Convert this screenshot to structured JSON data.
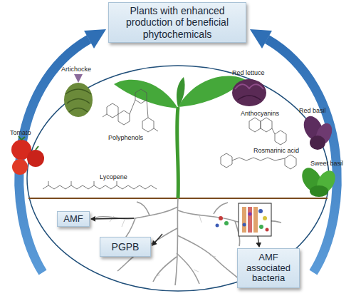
{
  "diagram": {
    "nodes": [
      {
        "text": [
          "Plants with enhanced production of beneficial phytochemicals"
        ]
      },
      {
        "text": [
          "AMF"
        ]
      },
      {
        "text": [
          "PGPB"
        ]
      },
      {
        "text": [
          "AMF associated bacteria"
        ]
      }
    ],
    "labels": [
      "Artichocke",
      "Tomato",
      "Polyphenols",
      "Lycopene",
      "Red lettuce",
      "Anthocyanins",
      "Red basil",
      "Rosmarinic acid",
      "Sweet basil"
    ]
  }
}
